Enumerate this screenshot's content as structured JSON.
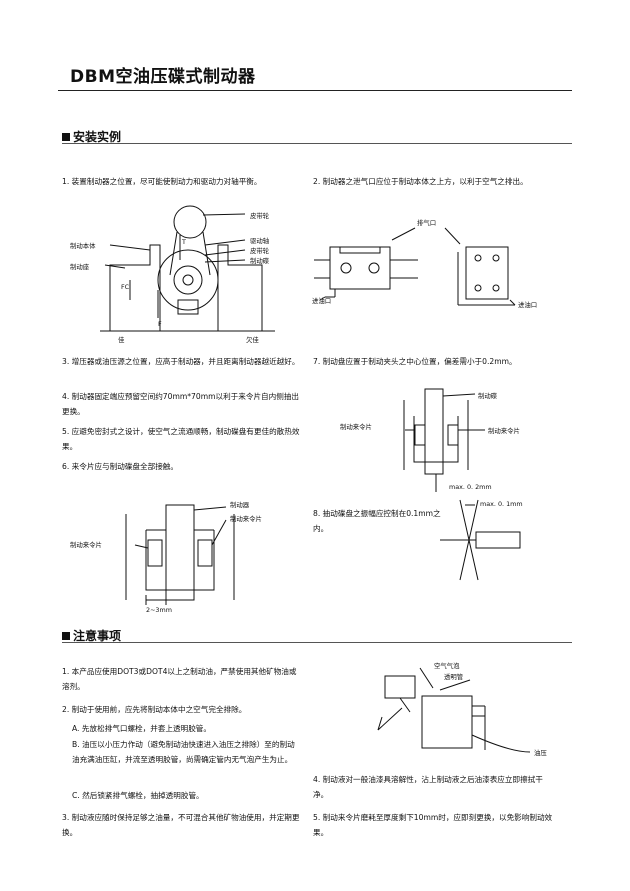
{
  "doc": {
    "title": "DBM空油压碟式制动器"
  },
  "install": {
    "heading": "安装实例",
    "items": [
      "1. 装置制动器之位置，尽可能使制动力和驱动力对轴平衡。",
      "2. 制动器之泄气口应位于制动本体之上方，以利于空气之排出。",
      "3. 增压器或油压源之位置，应高于制动器，并且距离制动器越近越好。",
      "4. 制动器固定端应预留空间约70mm*70mm以利于来令片自内侧抽出更换。",
      "5. 应避免密封式之设计，使空气之流通顺畅，制动碟盘有更佳的散热效果。",
      "6. 来令片应与制动碟盘全部接触。",
      "7. 制动盘应置于制动夹头之中心位置，偏差需小于0.2mm。",
      "8. 抽动碟盘之振幅应控制在0.1mm之内。"
    ],
    "fig1": {
      "belt_wheel": "皮带轮",
      "body": "制动本体",
      "seat": "制动座",
      "drive_shaft": "驱动轴",
      "belt_wheel2": "皮带轮",
      "disc": "制动碟",
      "good": "佳",
      "bad": "欠佳",
      "t": "T",
      "f": "F",
      "fc": "FC"
    },
    "fig2": {
      "vent": "排气口",
      "inlet1": "进油口",
      "inlet2": "进油口"
    },
    "fig6": {
      "caliper": "制动器",
      "pad": "制动来令片",
      "pad_left": "制动来令片",
      "gap": "2~3mm"
    },
    "fig7": {
      "disc": "制动碟",
      "pad_left": "制动来令片",
      "pad_right": "制动来令片",
      "tol": "max. 0. 2mm"
    },
    "fig8": {
      "tol": "max. 0. 1mm"
    }
  },
  "notes": {
    "heading": "注意事项",
    "items": [
      "1. 本产品应使用DOT3或DOT4以上之制动油，严禁使用其他矿物油或溶剂。",
      "2. 制动于使用前，应先将制动本体中之空气完全排除。",
      "A. 先放松排气口螺栓，并套上透明胶管。",
      "B. 油压以小压力作动（避免制动油快速进入油压之排除）至的制动油充满油压缸，并流至透明胶管，尚需确定管内无气泡产生为止。",
      "C. 然后锁紧排气螺栓，抽掉透明胶管。",
      "3. 制动液应随时保持足够之油量，不可混合其他矿物油使用，并定期更换。",
      "4. 制动液对一般油漆具溶解性，沾上制动液之后油漆表应立即擦拭干净。",
      "5. 制动来令片磨耗至厚度剩下10mm时，应即刻更换，以免影响制动效果。"
    ],
    "fig": {
      "bubble": "空气气泡",
      "tube": "透明管",
      "oil": "油压"
    }
  }
}
